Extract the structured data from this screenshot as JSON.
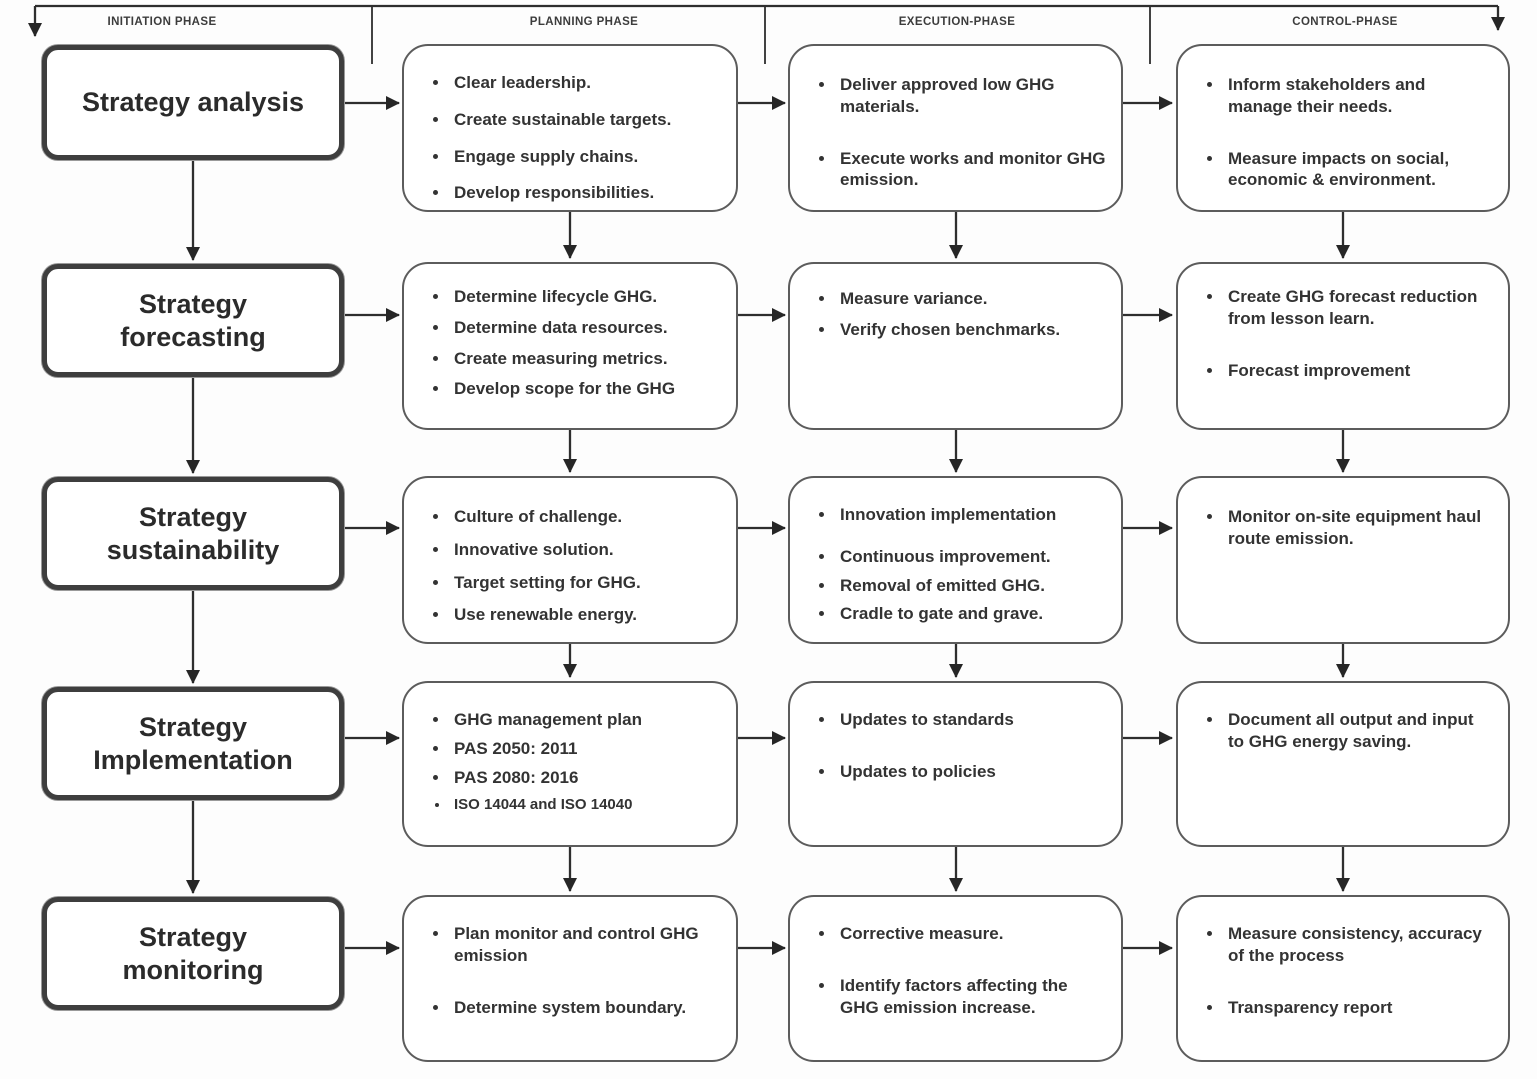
{
  "phases": [
    "INITIATION PHASE",
    "PLANNING PHASE",
    "EXECUTION-PHASE",
    "CONTROL-PHASE"
  ],
  "rows": [
    {
      "title": "Strategy analysis",
      "planning": [
        "Clear leadership.",
        "Create sustainable targets.",
        "Engage supply chains.",
        "Develop responsibilities."
      ],
      "execution": [
        "Deliver approved low GHG materials.",
        "Execute works and monitor GHG emission."
      ],
      "control": [
        "Inform stakeholders and manage their needs.",
        "Measure impacts on social, economic & environment."
      ]
    },
    {
      "title": "Strategy forecasting",
      "planning": [
        "Determine lifecycle GHG.",
        "Determine data resources.",
        "Create measuring metrics.",
        "Develop scope for the GHG"
      ],
      "execution": [
        "Measure variance.",
        "Verify chosen benchmarks."
      ],
      "control": [
        "Create GHG forecast reduction from lesson learn.",
        "Forecast improvement"
      ]
    },
    {
      "title": "Strategy sustainability",
      "planning": [
        "Culture of challenge.",
        "Innovative solution.",
        "Target setting for GHG.",
        "Use renewable energy."
      ],
      "execution": [
        "Innovation implementation",
        "Continuous improvement.",
        "Removal of emitted GHG.",
        "Cradle to gate and grave."
      ],
      "control": [
        "Monitor on-site equipment haul route emission."
      ]
    },
    {
      "title": "Strategy Implementation",
      "planning": [
        "GHG management plan",
        "PAS 2050: 2011",
        "PAS 2080: 2016",
        "ISO 14044 and ISO 14040"
      ],
      "execution": [
        "Updates to standards",
        "Updates to policies"
      ],
      "control": [
        "Document all output and input to GHG energy saving."
      ]
    },
    {
      "title": "Strategy monitoring",
      "planning": [
        "Plan monitor and control GHG emission",
        "Determine system boundary."
      ],
      "execution": [
        "Corrective measure.",
        "Identify factors affecting the GHG emission increase."
      ],
      "control": [
        "Measure consistency, accuracy of the process",
        "Transparency report"
      ]
    }
  ],
  "colors": {
    "line": "#2e2e2e",
    "stage_border": "#3e3e3e",
    "bullet_border": "#5c5c5c",
    "text": "#333333",
    "background": "#fdfdfd"
  }
}
